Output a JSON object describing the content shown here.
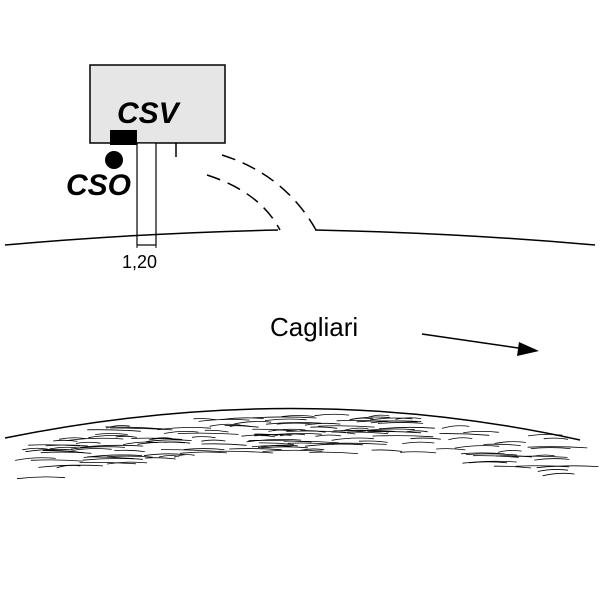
{
  "labels": {
    "building": "CSV",
    "point": "CSO",
    "dimension": "1,20",
    "direction": "Cagliari"
  },
  "colors": {
    "building_fill": "#e6e6e6",
    "stroke": "#000000"
  }
}
